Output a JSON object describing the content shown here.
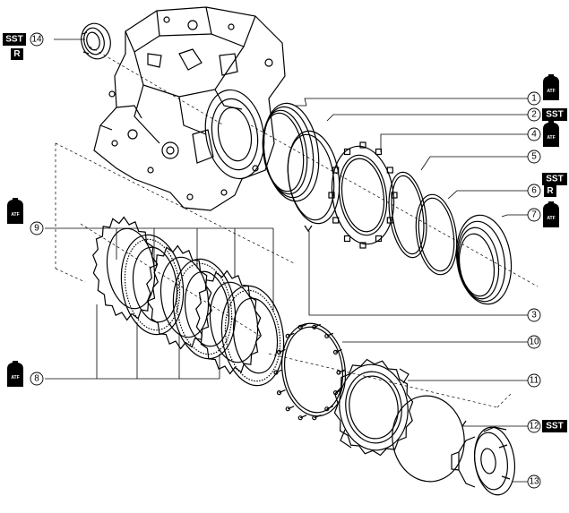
{
  "callouts": {
    "c1": "1",
    "c2": "2",
    "c3": "3",
    "c4": "4",
    "c5": "5",
    "c6": "6",
    "c7": "7",
    "c8": "8",
    "c9": "9",
    "c10": "10",
    "c11": "11",
    "c12": "12",
    "c13": "13",
    "c14": "14"
  },
  "tags": {
    "sst": "SST",
    "r": "R",
    "atf": "ATF"
  }
}
